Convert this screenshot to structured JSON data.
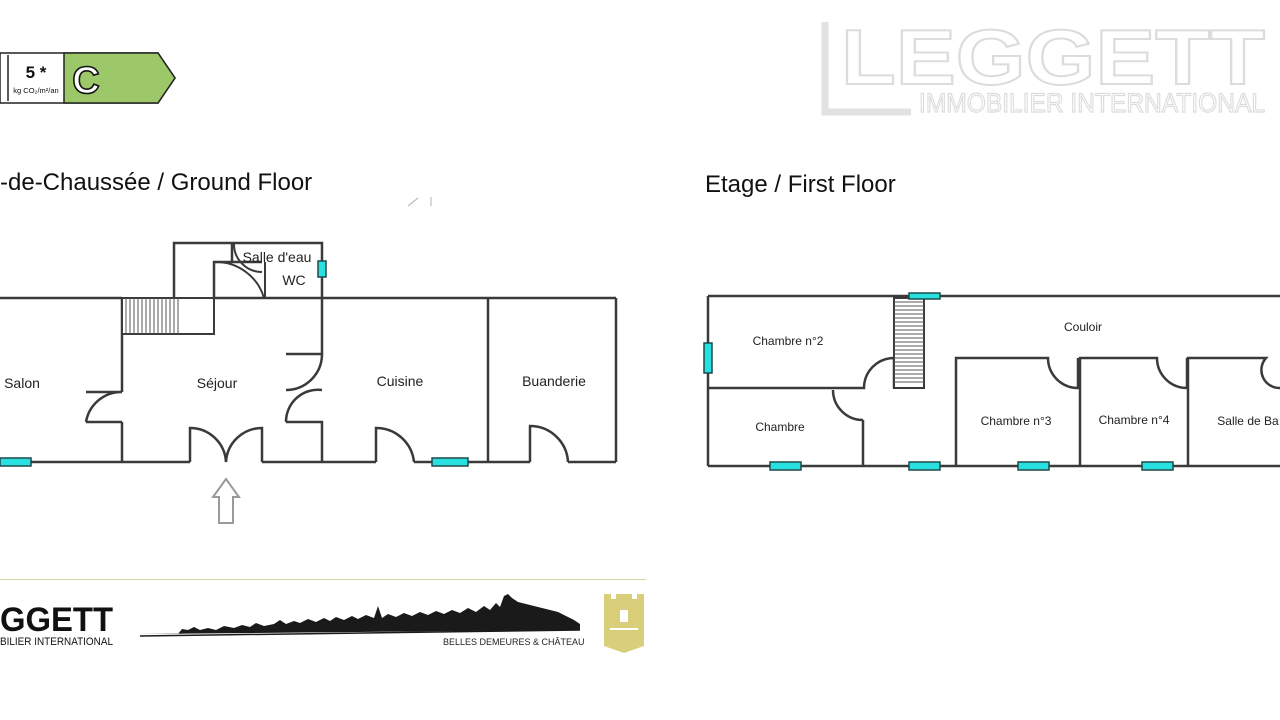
{
  "energy_label": {
    "value": "5 *",
    "unit": "kg CO₂/m²/an",
    "grade": "C",
    "grade_color": "#9cc86a"
  },
  "watermark": {
    "brand": "LEGGETT",
    "tagline": "IMMOBILIER INTERNATIONAL"
  },
  "ground_floor": {
    "title": "-de-Chaussée / Ground Floor",
    "rooms": {
      "salon": "Salon",
      "sejour": "Séjour",
      "cuisine": "Cuisine",
      "buanderie": "Buanderie",
      "salle_deau": "Salle d'eau",
      "wc": "WC"
    }
  },
  "first_floor": {
    "title": "Etage / First Floor",
    "rooms": {
      "chambre2": "Chambre n°2",
      "couloir": "Couloir",
      "chambre": "Chambre",
      "chambre3": "Chambre n°3",
      "chambre4": "Chambre n°4",
      "salle_de_bain": "Salle de Ba"
    }
  },
  "footer": {
    "brand": "GGETT",
    "tagline": "BILIER INTERNATIONAL",
    "slogan": "BELLES DEMEURES & CHÂTEAUX"
  },
  "colors": {
    "wall": "#3a3a3a",
    "window": "#28e0e0",
    "footer_line": "#d6d3a8",
    "castle_icon": "#d9cf7a",
    "watermark": "#e2e2e2"
  },
  "icons": [
    "entrance-arrow-icon",
    "skyline-icon",
    "castle-icon"
  ]
}
